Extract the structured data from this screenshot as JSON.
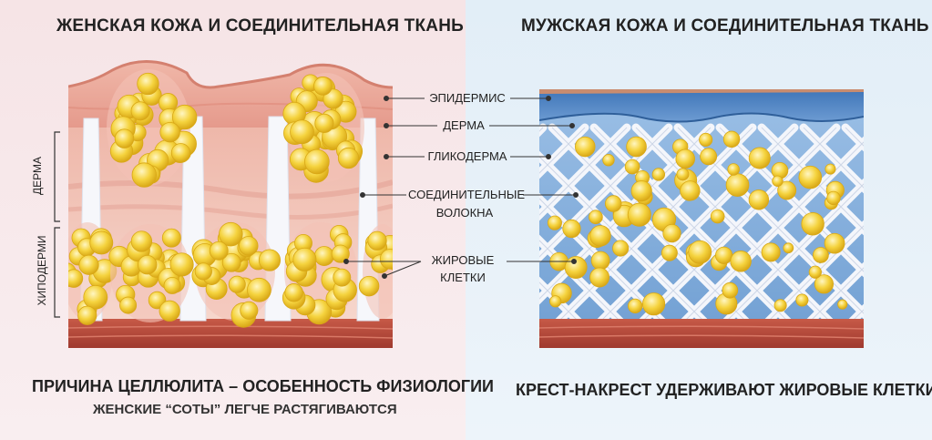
{
  "left": {
    "title": "ЖЕНСКАЯ КОЖА И СОЕДИНИТЕЛЬНАЯ ТКАНЬ",
    "caption": "ПРИЧИНА ЦЕЛЛЮЛИТА – ОСОБЕННОСТЬ ФИЗИОЛОГИИ",
    "subcaption": "ЖЕНСКИЕ “СОТЫ” ЛЕГЧЕ РАСТЯГИВАЮТСЯ",
    "side_labels": {
      "derma": "ДЕРМА",
      "hypodermis": "ХИПОДЕРМИ"
    }
  },
  "right": {
    "title": "МУЖСКАЯ КОЖА И СОЕДИНИТЕЛЬНАЯ ТКАНЬ",
    "caption": "КРЕСТ-НАКРЕСТ УДЕРЖИВАЮТ ЖИРОВЫЕ КЛЕТКИ"
  },
  "layer_labels": {
    "epidermis": "ЭПИДЕРМИС",
    "dermis": "ДЕРМА",
    "glycoderma": "ГЛИКОДЕРМА",
    "fibers_line1": "СОЕДИНИТЕЛЬНЫЕ",
    "fibers_line2": "ВОЛОКНА",
    "fat_line1": "ЖИРОВЫЕ",
    "fat_line2": "КЛЕТКИ"
  },
  "colors": {
    "fat": "#f5d33e",
    "fat_edge": "#d9a817",
    "female_skin": "#eba39a",
    "female_dermis": "#f1c5bb",
    "male_epidermis": "#4f86c4",
    "male_dermis": "#7aa6d6",
    "muscle": "#b54a3b",
    "fiber": "#f4f6fb"
  }
}
